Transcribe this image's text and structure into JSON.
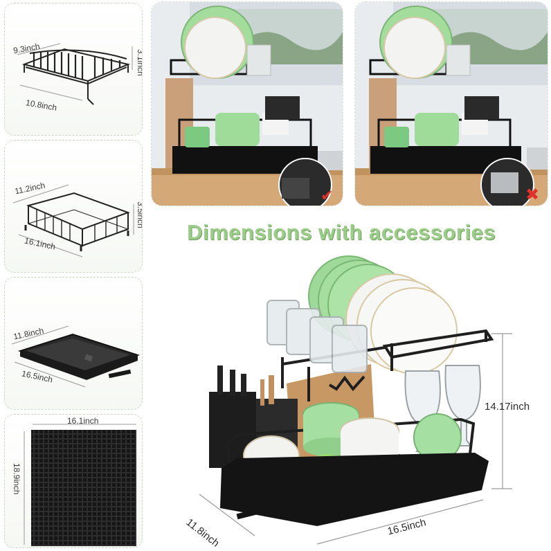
{
  "headline": "Dimensions with accessories",
  "panels": {
    "dish_rack": {
      "width": "9.3inch",
      "depth": "10.8inch",
      "height": "3.1inch"
    },
    "basket": {
      "width": "11.2inch",
      "depth": "16.1inch",
      "height": "3.5inch"
    },
    "tray": {
      "width": "11.8inch",
      "depth": "16.5inch"
    },
    "mat": {
      "width": "16.1inch",
      "height": "18.9inch"
    }
  },
  "main_rack": {
    "depth": "11.8inch",
    "width": "16.5inch",
    "height": "14.17inch"
  },
  "comparison": {
    "correct_icon": "check-mark-icon",
    "wrong_icon": "cross-mark-icon",
    "correct_color": "#e0322b",
    "wrong_color": "#e0322b"
  },
  "colors": {
    "accent_green": "#9ccc8a",
    "rack_black": "#1f1f1f",
    "plate_green": "#9fd99a"
  }
}
